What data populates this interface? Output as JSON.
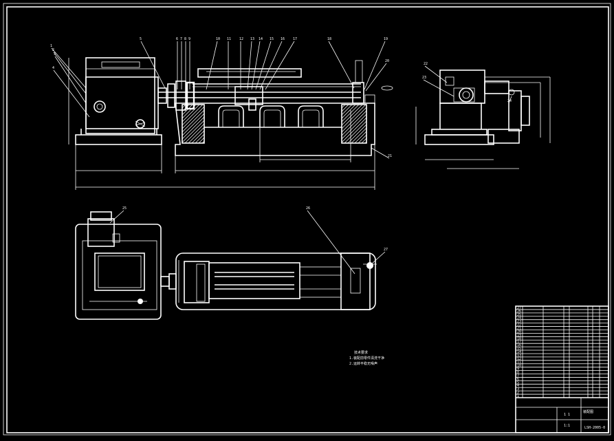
{
  "drawing": {
    "border_color": "#ffffff",
    "background_color": "#000000",
    "balloon_labels_top": [
      "1",
      "2",
      "3",
      "4",
      "5",
      "6",
      "7",
      "8",
      "9",
      "10",
      "11",
      "12",
      "13",
      "14",
      "15",
      "16",
      "17",
      "18",
      "19",
      "20",
      "21"
    ],
    "balloon_labels_side": [
      "22",
      "23",
      "24"
    ],
    "balloon_labels_plan": [
      "25",
      "26",
      "27"
    ],
    "technical_notes": [
      "技术要求",
      "1.装配前零件清洗干净",
      "2.运转平稳无噪声"
    ],
    "title_block": {
      "drawing_number": "LSH-2005-0",
      "title": "装配图",
      "scale": "1:1",
      "sheet": "1  1",
      "parts_list_rows": [
        "1",
        "2",
        "3",
        "4",
        "5",
        "6",
        "7",
        "8",
        "9",
        "10",
        "11",
        "12",
        "13",
        "14",
        "15",
        "16",
        "17",
        "18",
        "19",
        "20",
        "21",
        "22",
        "23",
        "24",
        "25",
        "26",
        "27"
      ]
    }
  }
}
